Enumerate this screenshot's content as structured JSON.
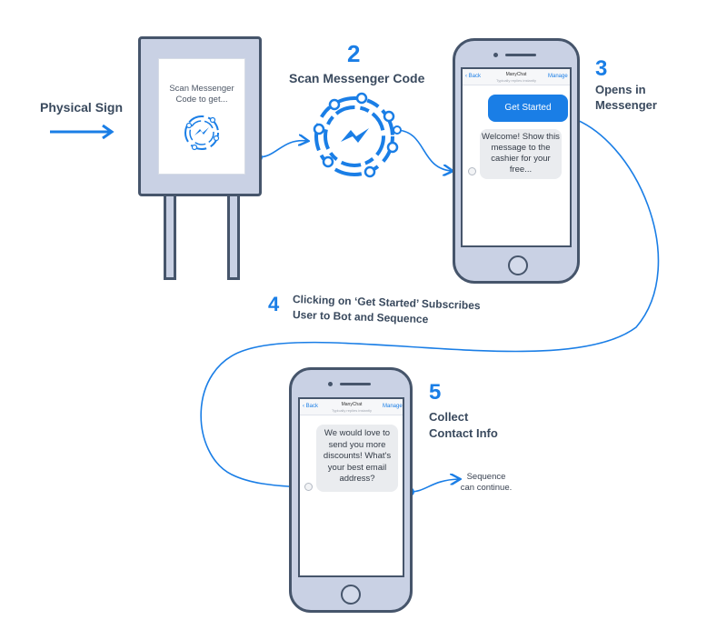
{
  "labels": {
    "physical_sign": "Physical Sign",
    "step2_num": "2",
    "step2_text": "Scan Messenger Code",
    "step3_num": "3",
    "step3_line1": "Opens in",
    "step3_line2": "Messenger",
    "step4_num": "4",
    "step4_line1": "Clicking on ‘Get Started’ Subscribes",
    "step4_line2": "User to Bot and Sequence",
    "step5_num": "5",
    "step5_line1": "Collect",
    "step5_line2": "Contact Info",
    "sequence_line1": "Sequence",
    "sequence_line2": "can continue."
  },
  "sign": {
    "text_line1": "Scan Messenger",
    "text_line2": "Code to get..."
  },
  "phone1": {
    "back": "Back",
    "title": "ManyChat",
    "subtitle": "Typically replies instantly",
    "manage": "Manage",
    "button": "Get Started",
    "message": "Welcome! Show this message to the cashier for your free..."
  },
  "phone2": {
    "back": "Back",
    "title": "ManyChat",
    "subtitle": "Typically replies instantly",
    "manage": "Manage",
    "message": "We would love to send you more discounts! What's your best email address?"
  },
  "colors": {
    "accent": "#1a7ee6",
    "outline": "#46556b",
    "device_fill": "#c9d1e4"
  }
}
